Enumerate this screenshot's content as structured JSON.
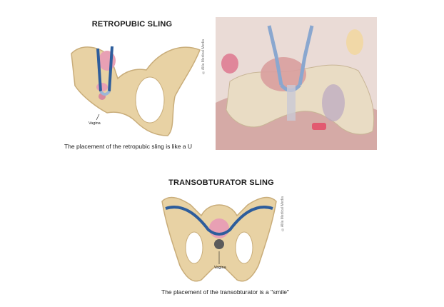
{
  "figure_top": {
    "title": "RETROPUBIC SLING",
    "vagina_label": "Vagina",
    "credit": "©Alila Medical Media",
    "caption": "The placement of the retropubic sling is like a U"
  },
  "figure_bottom": {
    "title": "TRANSOBTURATOR SLING",
    "vagina_label": "Vagina",
    "credit": "©Alila Medical Media",
    "caption": "The placement of the transobturator is a \"smile\""
  },
  "colors": {
    "bone": "#e8d2a4",
    "bone_shadow": "#c9ad7a",
    "sling_blue": "#2d5d9c",
    "sling_light": "#9db6d6",
    "organ_pink": "#e8a0b4",
    "tissue": "#d9b8ae"
  }
}
